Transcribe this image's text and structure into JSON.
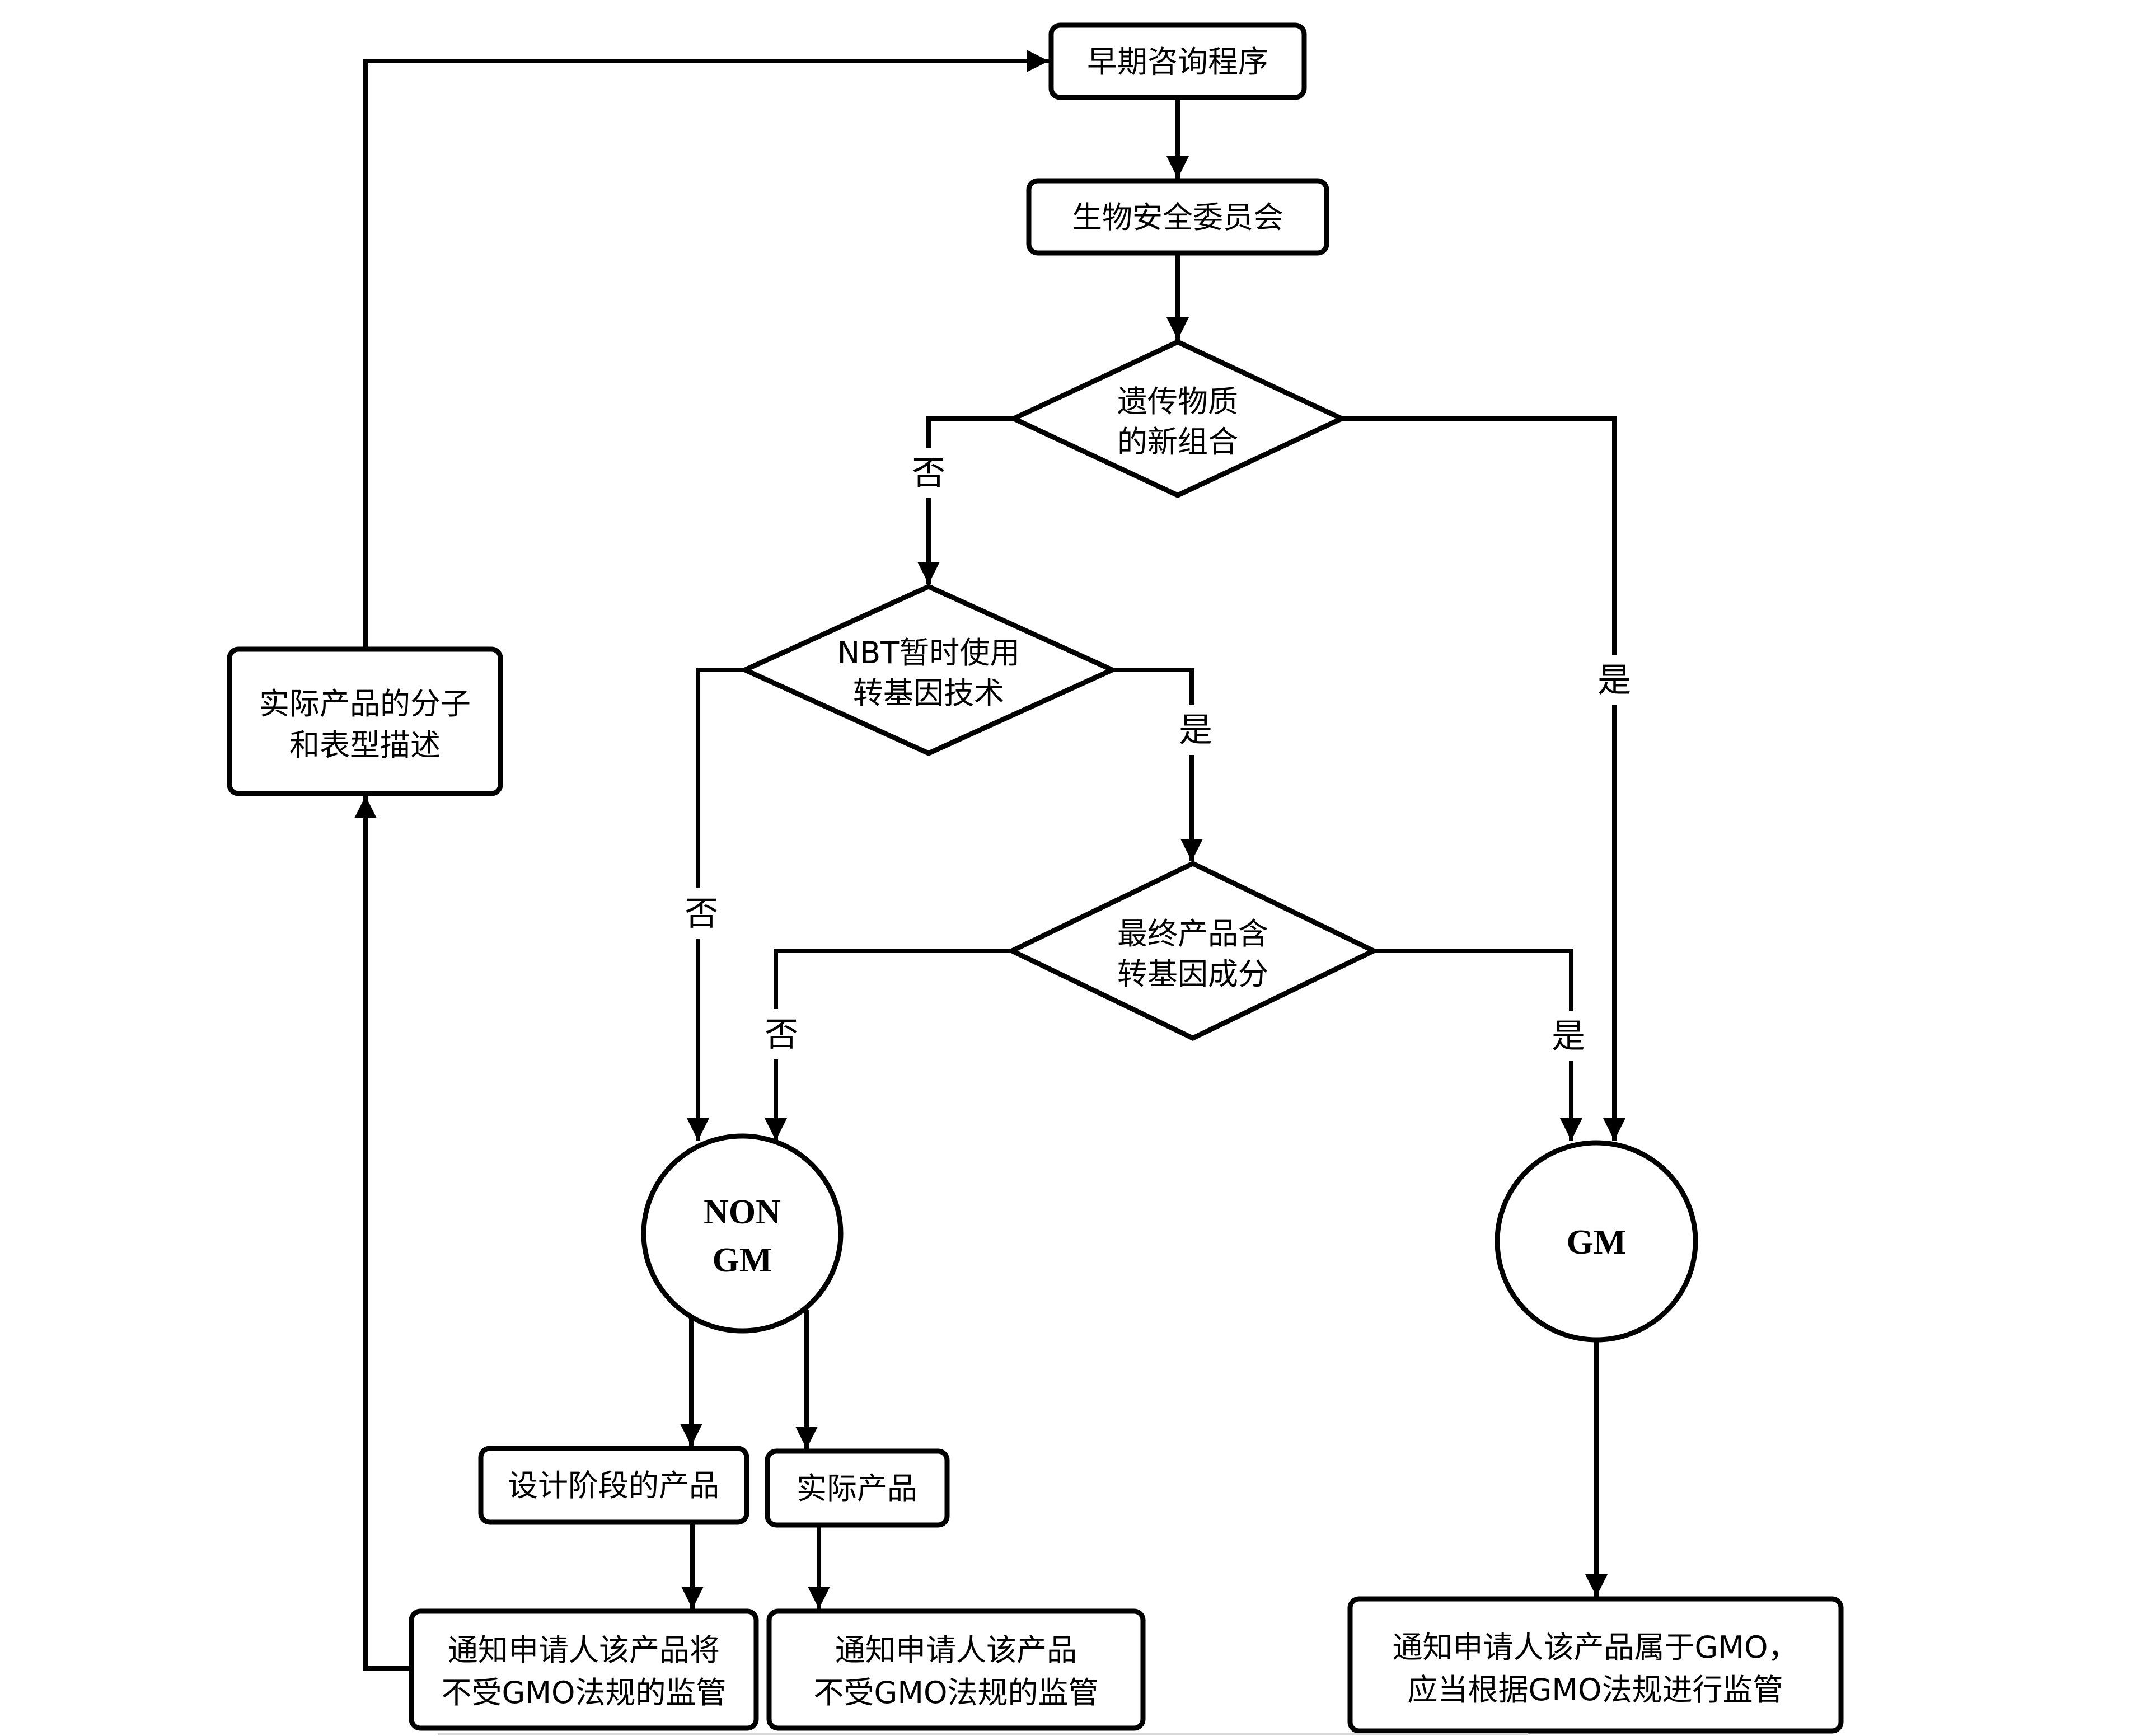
{
  "diagram": {
    "type": "flowchart",
    "nodes": {
      "early_consultation": {
        "shape": "rounded-rect",
        "lines": [
          "早期咨询程序"
        ]
      },
      "biosafety_committee": {
        "shape": "rounded-rect",
        "lines": [
          "生物安全委员会"
        ]
      },
      "decision_new_combination": {
        "shape": "diamond",
        "lines": [
          "遗传物质",
          "的新组合"
        ]
      },
      "decision_nbt_transgenic": {
        "shape": "diamond",
        "lines": [
          "NBT暂时使用",
          "转基因技术"
        ]
      },
      "decision_final_product": {
        "shape": "diamond",
        "lines": [
          "最终产品含",
          "转基因成分"
        ]
      },
      "non_gm": {
        "shape": "circle",
        "lines": [
          "NON",
          "GM"
        ]
      },
      "gm": {
        "shape": "circle",
        "lines": [
          "GM"
        ]
      },
      "molecular_description": {
        "shape": "rounded-rect",
        "lines": [
          "实际产品的分子",
          "和表型描述"
        ]
      },
      "design_stage_product": {
        "shape": "rounded-rect",
        "lines": [
          "设计阶段的产品"
        ]
      },
      "actual_product": {
        "shape": "rounded-rect",
        "lines": [
          "实际产品"
        ]
      },
      "notice_design_not_regulated": {
        "shape": "rounded-rect",
        "lines": [
          "通知申请人该产品将",
          "不受GMO法规的监管"
        ]
      },
      "notice_actual_not_regulated": {
        "shape": "rounded-rect",
        "lines": [
          "通知申请人该产品",
          "不受GMO法规的监管"
        ]
      },
      "notice_gmo_regulated": {
        "shape": "rounded-rect",
        "lines": [
          "通知申请人该产品属于GMO，",
          "应当根据GMO法规进行监管"
        ]
      }
    },
    "edge_labels": {
      "d1_no": "否",
      "d1_yes": "是",
      "d2_no": "否",
      "d2_yes": "是",
      "d3_no": "否",
      "d3_yes": "是"
    },
    "edges": [
      {
        "from": "early_consultation",
        "to": "biosafety_committee",
        "label": ""
      },
      {
        "from": "biosafety_committee",
        "to": "decision_new_combination",
        "label": ""
      },
      {
        "from": "decision_new_combination",
        "to": "decision_nbt_transgenic",
        "label": "否"
      },
      {
        "from": "decision_new_combination",
        "to": "gm",
        "label": "是"
      },
      {
        "from": "decision_nbt_transgenic",
        "to": "non_gm",
        "label": "否"
      },
      {
        "from": "decision_nbt_transgenic",
        "to": "decision_final_product",
        "label": "是"
      },
      {
        "from": "decision_final_product",
        "to": "non_gm",
        "label": "否"
      },
      {
        "from": "decision_final_product",
        "to": "gm",
        "label": "是"
      },
      {
        "from": "non_gm",
        "to": "design_stage_product",
        "label": ""
      },
      {
        "from": "non_gm",
        "to": "actual_product",
        "label": ""
      },
      {
        "from": "design_stage_product",
        "to": "notice_design_not_regulated",
        "label": ""
      },
      {
        "from": "actual_product",
        "to": "notice_actual_not_regulated",
        "label": ""
      },
      {
        "from": "gm",
        "to": "notice_gmo_regulated",
        "label": ""
      },
      {
        "from": "notice_design_not_regulated",
        "to": "molecular_description",
        "label": ""
      },
      {
        "from": "molecular_description",
        "to": "early_consultation",
        "label": ""
      }
    ]
  }
}
